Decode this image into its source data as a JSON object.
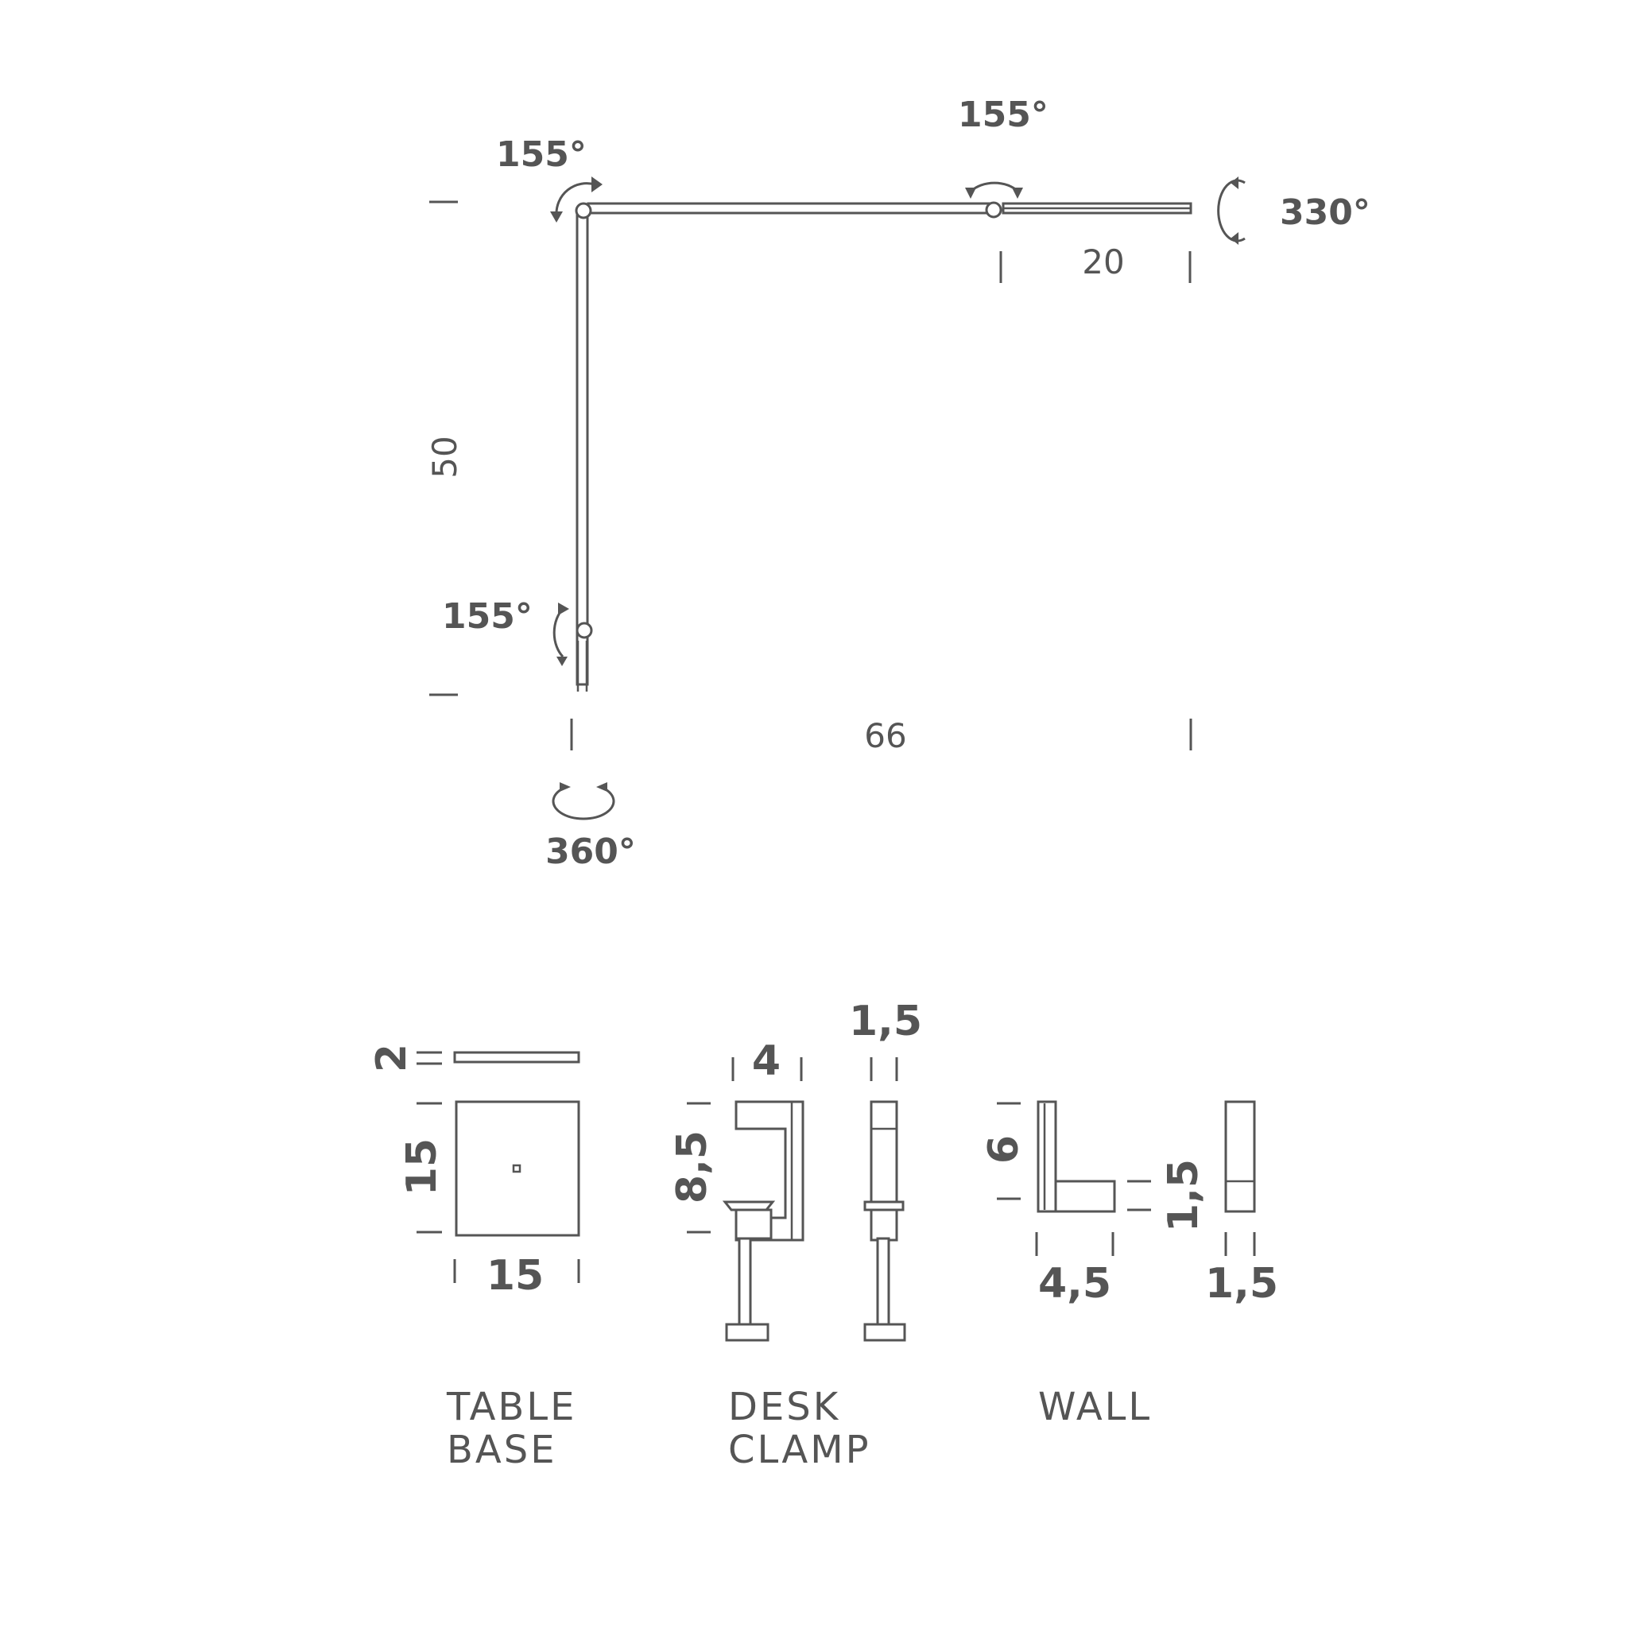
{
  "lamp": {
    "angle_shoulder": "155°",
    "angle_elbow": "155°",
    "angle_head": "330°",
    "angle_base_joint": "155°",
    "angle_base_rotation": "360°",
    "dim_height": "50",
    "dim_reach": "66",
    "dim_head": "20"
  },
  "table_base": {
    "thickness": "2",
    "depth": "15",
    "width": "15",
    "label_line1": "TABLE",
    "label_line2": "BASE"
  },
  "desk_clamp": {
    "width": "4",
    "height": "8,5",
    "thickness": "1,5",
    "label_line1": "DESK",
    "label_line2": "CLAMP"
  },
  "wall": {
    "height": "6",
    "depth": "4,5",
    "bracket": "1,5",
    "width": "1,5",
    "label_line1": "WALL"
  },
  "colors": {
    "ink": "#555555",
    "background": "#ffffff"
  }
}
